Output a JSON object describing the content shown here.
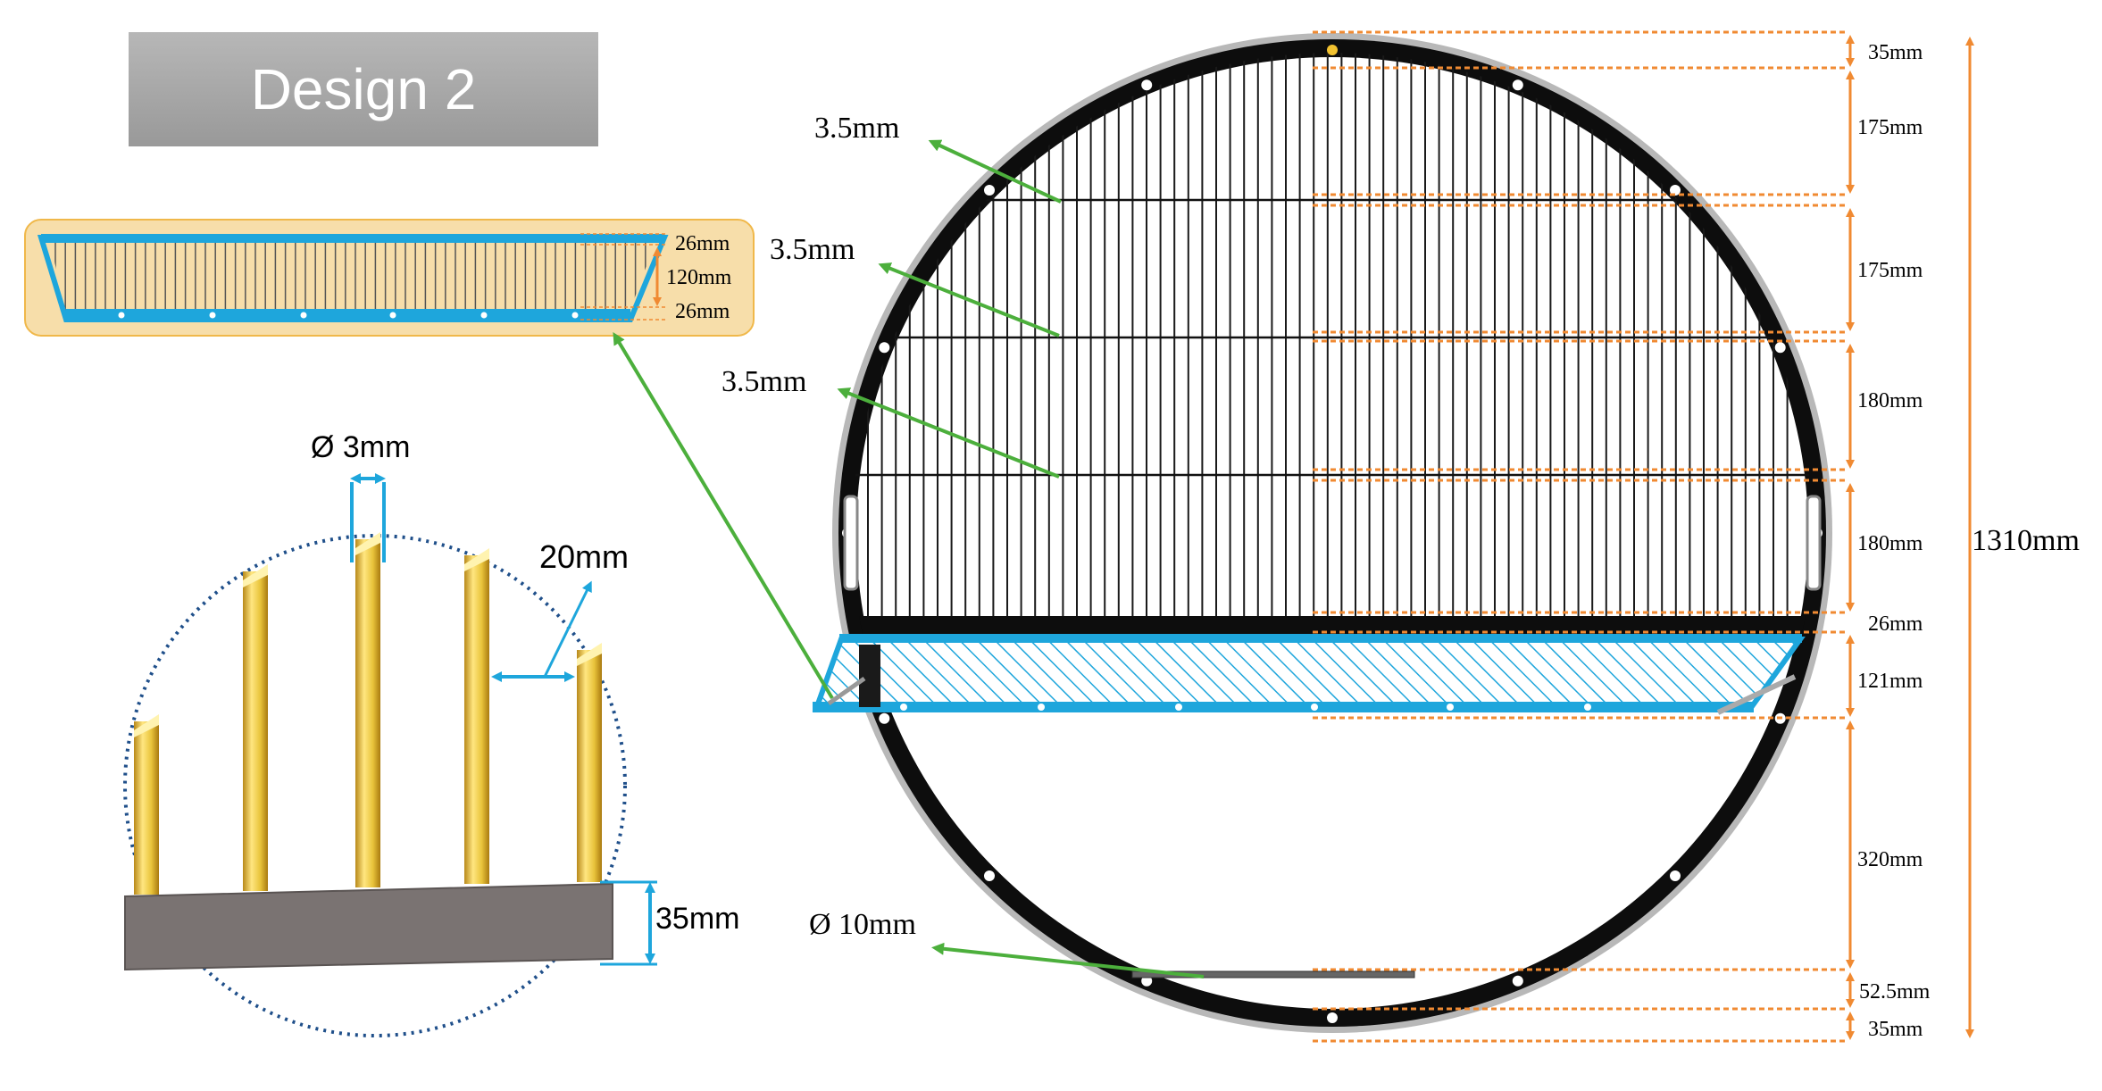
{
  "title": "Design 2",
  "colors": {
    "accent_orange": "#f08a32",
    "accent_blue": "#1ea6dc",
    "accent_green": "#4caf3c",
    "rod_gold": "#e8c33a",
    "base_gray": "#7a7372",
    "ring_black": "#0d0d0d"
  },
  "inset_cross_section": {
    "labels": [
      "26mm",
      "120mm",
      "26mm"
    ]
  },
  "rod_detail": {
    "diameter_label": "Ø 3mm",
    "spacing_label": "20mm",
    "base_height_label": "35mm",
    "rod_count": 5
  },
  "main_view": {
    "bar_labels": [
      "3.5mm",
      "3.5mm",
      "3.5mm"
    ],
    "rod_label": "Ø 10mm",
    "dimension_labels": [
      "35mm",
      "175mm",
      "175mm",
      "180mm",
      "180mm",
      "26mm",
      "121mm",
      "320mm",
      "52.5mm",
      "35mm"
    ],
    "overall_label": "1310mm"
  }
}
